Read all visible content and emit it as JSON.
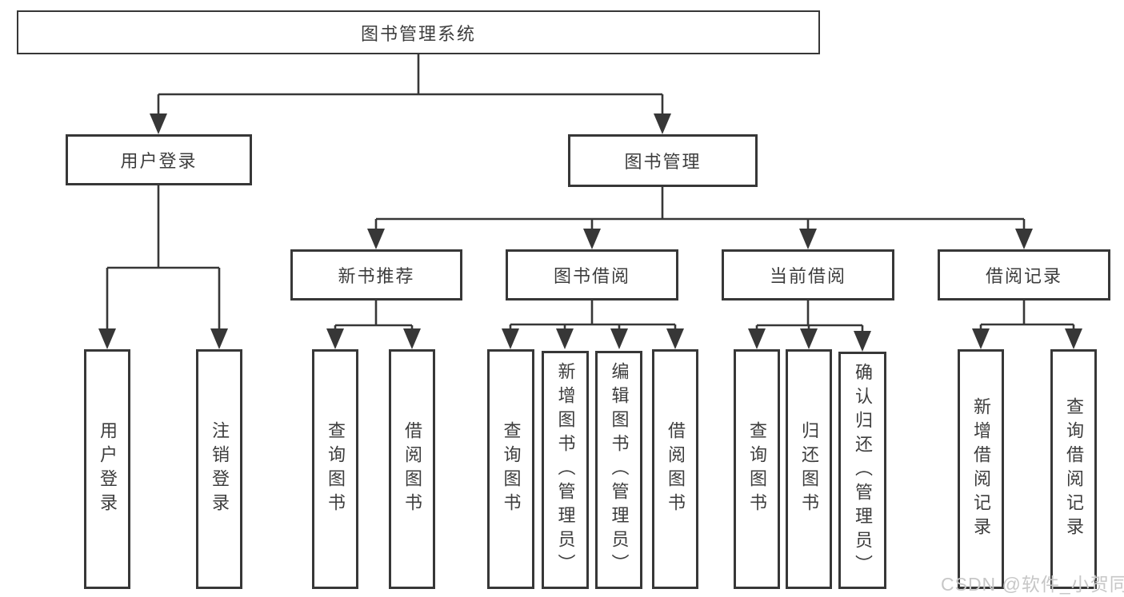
{
  "diagram": {
    "root": {
      "label": "图书管理系统"
    },
    "level2": [
      {
        "label": "用户登录"
      },
      {
        "label": "图书管理"
      }
    ],
    "level3": [
      {
        "label": "新书推荐"
      },
      {
        "label": "图书借阅"
      },
      {
        "label": "当前借阅"
      },
      {
        "label": "借阅记录"
      }
    ],
    "leaves": {
      "login": [
        {
          "label": "用户登录"
        },
        {
          "label": "注销登录"
        }
      ],
      "newbook": [
        {
          "label": "查询图书"
        },
        {
          "label": "借阅图书"
        }
      ],
      "borrow": [
        {
          "label": "查询图书"
        },
        {
          "label": "新增图书（管理员）"
        },
        {
          "label": "编辑图书（管理员）"
        },
        {
          "label": "借阅图书"
        }
      ],
      "current": [
        {
          "label": "查询图书"
        },
        {
          "label": "归还图书"
        },
        {
          "label": "确认归还（管理员）"
        }
      ],
      "records": [
        {
          "label": "新增借阅记录"
        },
        {
          "label": "查询借阅记录"
        }
      ]
    }
  },
  "watermark": {
    "text": "CSDN @软件_小贺同学",
    "color": "#c7c7c7"
  },
  "colors": {
    "line": "#373737",
    "box_border": "#373737",
    "text": "#3d3d3d",
    "background": "#ffffff"
  }
}
